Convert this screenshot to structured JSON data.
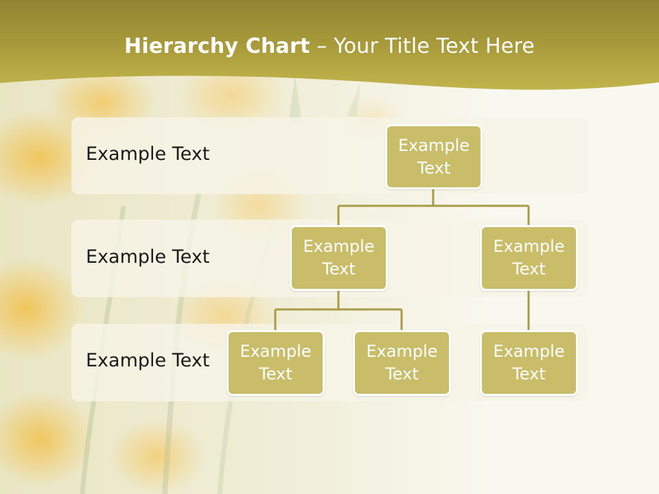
{
  "header": {
    "title_bold": "Hierarchy Chart",
    "title_rest": " – Your Title Text Here"
  },
  "levels": [
    {
      "label": "Example Text"
    },
    {
      "label": "Example Text"
    },
    {
      "label": "Example Text"
    }
  ],
  "nodes": {
    "root": {
      "line1": "Example",
      "line2": "Text"
    },
    "level2_left": {
      "line1": "Example",
      "line2": "Text"
    },
    "level2_right": {
      "line1": "Example",
      "line2": "Text"
    },
    "level3_left": {
      "line1": "Example",
      "line2": "Text"
    },
    "level3_middle": {
      "line1": "Example",
      "line2": "Text"
    },
    "level3_right": {
      "line1": "Example",
      "line2": "Text"
    }
  },
  "colors": {
    "header_band": "#b7aa3c",
    "node_fill": "#c9bd6a",
    "node_border": "#ffffff",
    "connector": "#a99a45",
    "band_fill": "#f6f4e6"
  }
}
